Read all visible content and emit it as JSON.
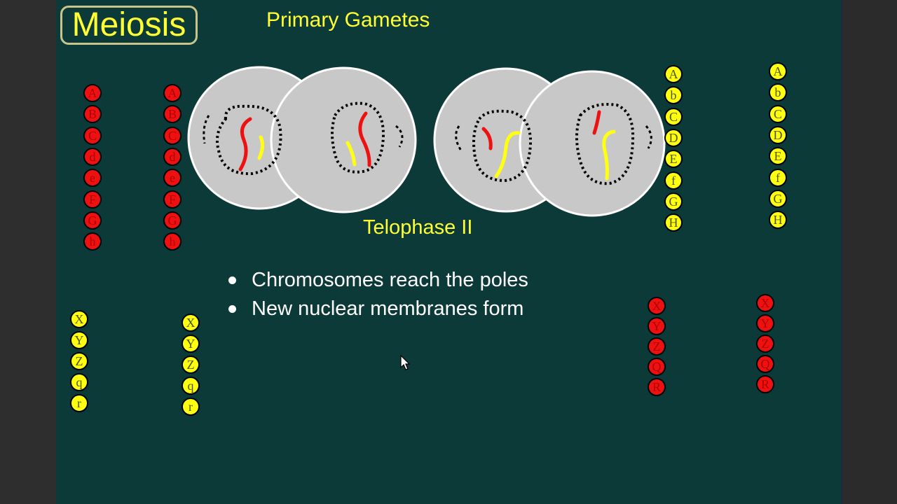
{
  "title": "Meiosis",
  "subtitle": "Primary Gametes",
  "phase_label": "Telophase II",
  "bullets": [
    "Chromosomes reach the poles",
    "New nuclear membranes form"
  ],
  "colors": {
    "background": "#0c3a38",
    "title_text": "#ffff33",
    "red_allele": "#ee1111",
    "yellow_allele": "#ffff11",
    "cell": "#c8c8c8"
  },
  "gene_columns": [
    {
      "color": "red",
      "labels": [
        "A",
        "B",
        "C",
        "d",
        "e",
        "F",
        "G",
        "h"
      ]
    },
    {
      "color": "red",
      "labels": [
        "A",
        "B",
        "C",
        "d",
        "e",
        "F",
        "G",
        "h"
      ]
    },
    {
      "color": "yellow",
      "labels": [
        "A",
        "b",
        "C",
        "D",
        "E",
        "f",
        "G",
        "H"
      ]
    },
    {
      "color": "yellow",
      "labels": [
        "A",
        "b",
        "C",
        "D",
        "E",
        "f",
        "G",
        "H"
      ]
    },
    {
      "color": "yellow",
      "labels": [
        "X",
        "Y",
        "Z",
        "q",
        "r"
      ]
    },
    {
      "color": "yellow",
      "labels": [
        "X",
        "Y",
        "Z",
        "q",
        "r"
      ]
    },
    {
      "color": "red",
      "labels": [
        "X",
        "Y",
        "Z",
        "Q",
        "R"
      ]
    },
    {
      "color": "red",
      "labels": [
        "X",
        "Y",
        "Z",
        "Q",
        "R"
      ]
    }
  ]
}
